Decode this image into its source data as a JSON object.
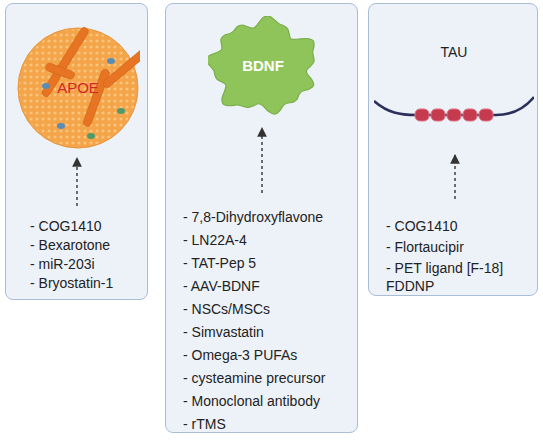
{
  "diagram": {
    "nodes": [
      {
        "text": [
          "- COG1410",
          "- Bexarotone",
          "- miR-203i",
          "- Bryostatin-1"
        ]
      },
      {
        "text": [
          "APOE"
        ],
        "in": 0
      },
      {
        "text": [
          "- 7,8-Dihydroxyflavone",
          "- LN22A-4",
          "- TAT-Pep 5",
          "- AAV-BDNF",
          "- NSCs/MSCs",
          "- Simvastatin",
          "- Omega-3 PUFAs",
          "- cysteamine precursor",
          "- Monoclonal antibody",
          "- rTMS"
        ]
      },
      {
        "text": [
          "BDNF"
        ],
        "in": 2
      },
      {
        "text": [
          "- COG1410",
          "- Flortaucipir",
          "- PET ligand [F-18] FDDNP"
        ]
      },
      {
        "text": [
          "TAU"
        ],
        "in": 4
      }
    ]
  }
}
